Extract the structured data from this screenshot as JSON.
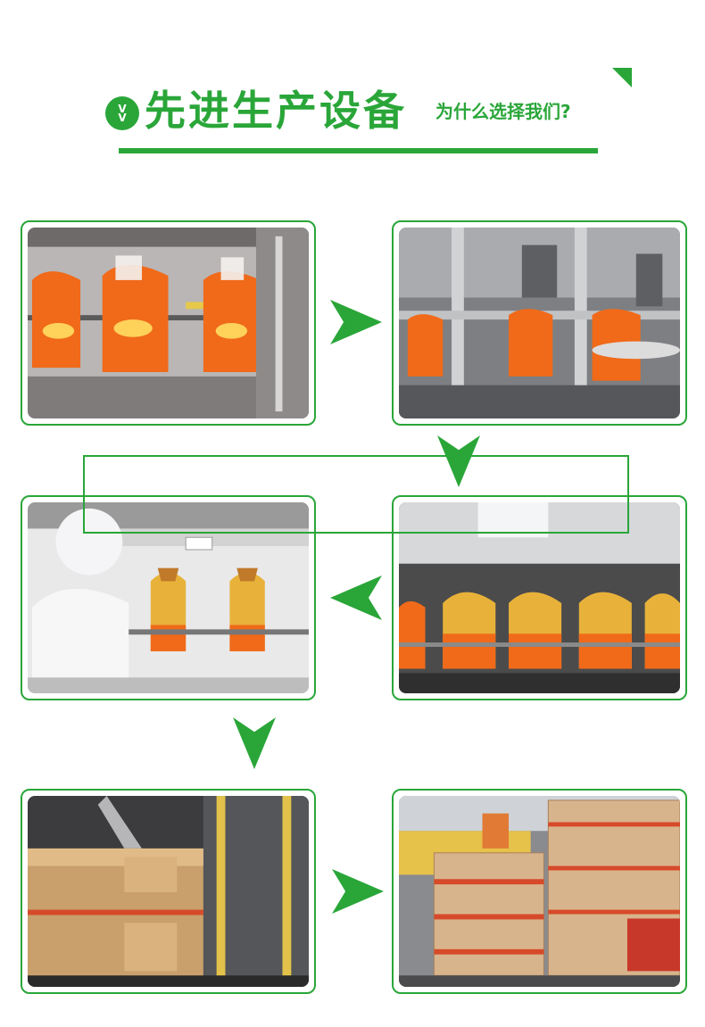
{
  "header": {
    "badge_top": "V",
    "badge_bottom": "V",
    "title": "先进生产设备",
    "subtitle": "为什么选择我们?"
  },
  "colors": {
    "accent": "#2aa639",
    "oil_orange": "#f06a1a",
    "oil_gold": "#e8b23a"
  },
  "photos": [
    {
      "id": "bottle-conveyor",
      "step": 1
    },
    {
      "id": "filling-machine",
      "step": 2
    },
    {
      "id": "worker-inspection",
      "step": 4
    },
    {
      "id": "capped-bottles-line",
      "step": 3
    },
    {
      "id": "carton-packing",
      "step": 5
    },
    {
      "id": "warehouse-pallets",
      "step": 6
    }
  ],
  "arrows": [
    "arrow-right",
    "arrow-down",
    "arrow-left",
    "arrow-down",
    "arrow-right"
  ]
}
